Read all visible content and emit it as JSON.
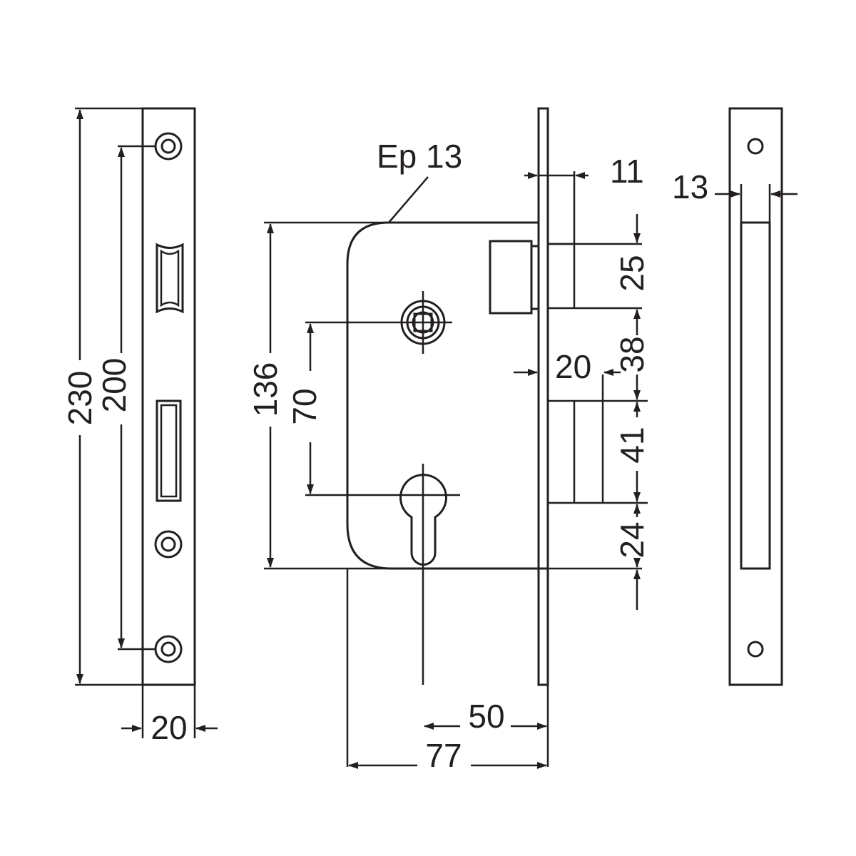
{
  "colors": {
    "stroke": "#231f20",
    "background": "#ffffff"
  },
  "annotations": {
    "thickness_label": "Ep 13",
    "faceplate_thickness": "13"
  },
  "front_view": {
    "overall_height": "230",
    "screw_spacing": "200",
    "plate_width": "20"
  },
  "side_view": {
    "case_height": "136",
    "handle_to_cylinder": "70",
    "case_depth": "77",
    "backset": "50",
    "forend_thickness": "11",
    "deadbolt_height": "25",
    "gap_upper": "38",
    "latch_projection": "20",
    "latch_height": "41",
    "bottom_offset": "24"
  }
}
